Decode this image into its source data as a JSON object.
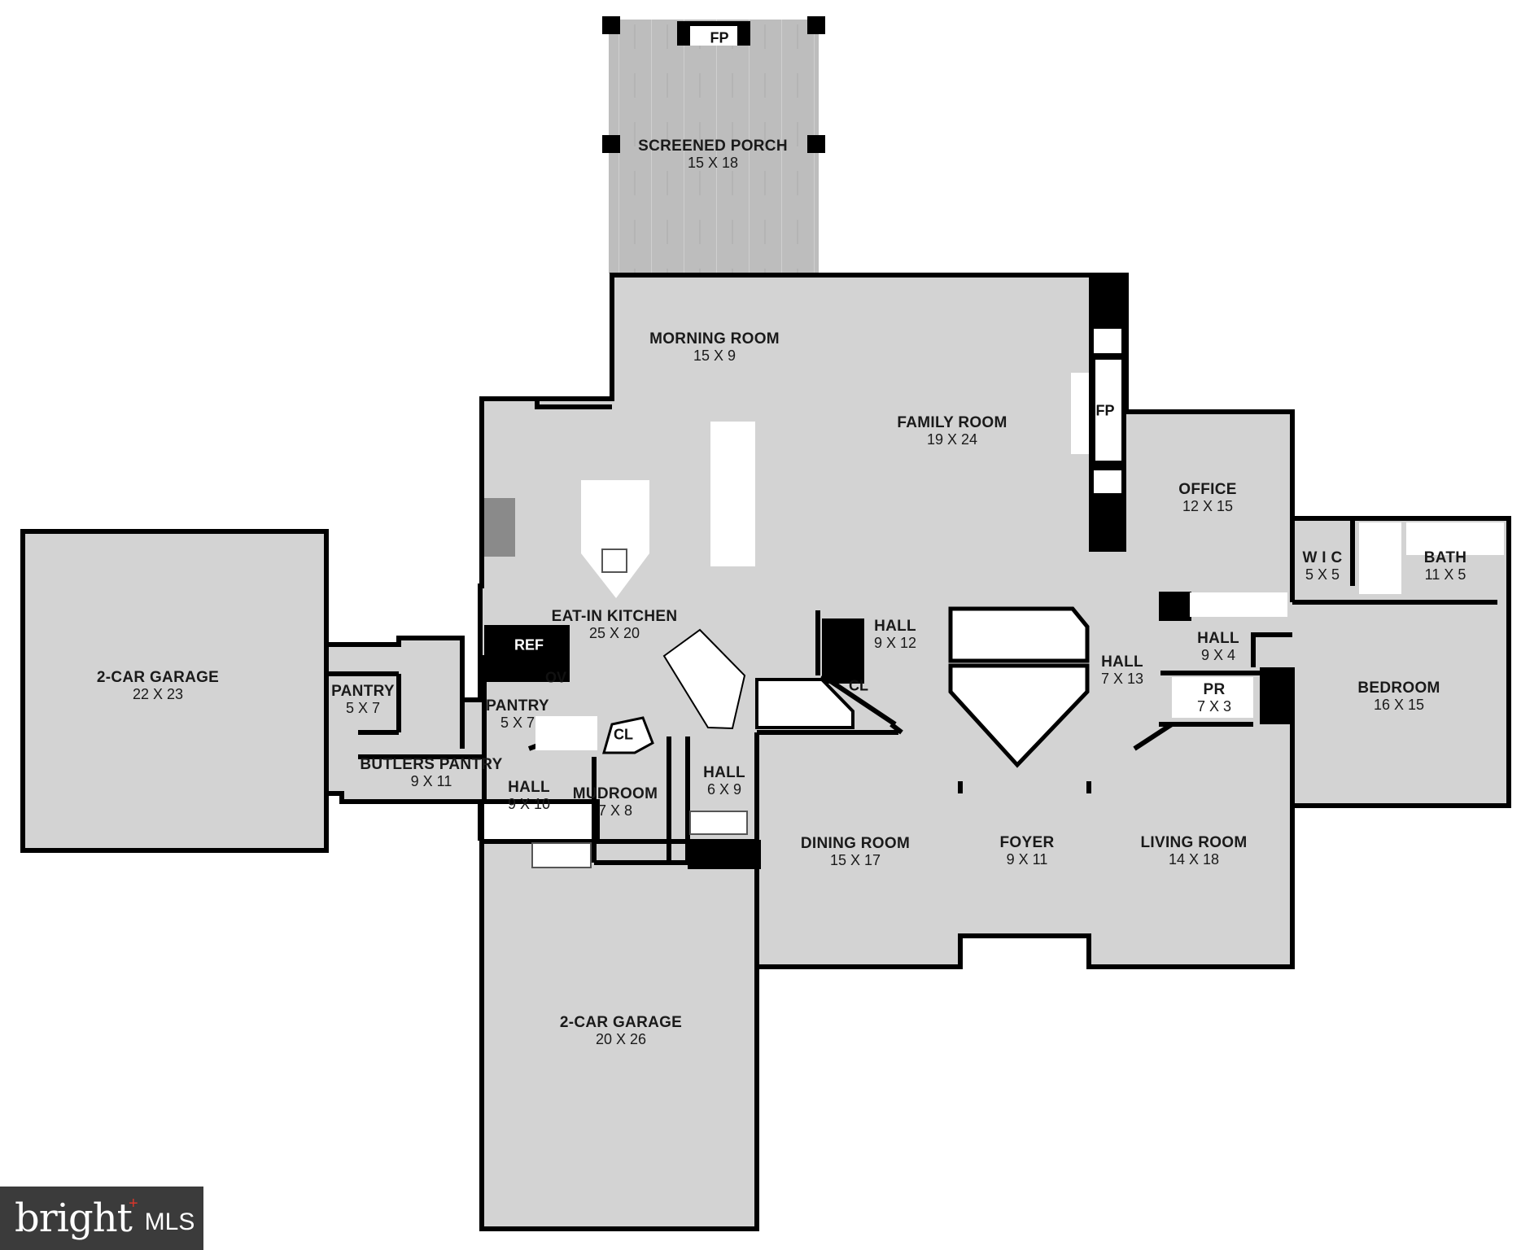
{
  "rooms": {
    "screened_porch": {
      "name": "SCREENED PORCH",
      "dims": "15 X 18"
    },
    "morning_room": {
      "name": "MORNING ROOM",
      "dims": "15 X 9"
    },
    "family_room": {
      "name": "FAMILY ROOM",
      "dims": "19 X 24"
    },
    "office": {
      "name": "OFFICE",
      "dims": "12 X 15"
    },
    "wic": {
      "name": "W I C",
      "dims": "5 X 5"
    },
    "bath": {
      "name": "BATH",
      "dims": "11 X 5"
    },
    "garage_left": {
      "name": "2-CAR GARAGE",
      "dims": "22 X 23"
    },
    "pantry_left": {
      "name": "PANTRY",
      "dims": "5 X 7"
    },
    "butlers_pantry": {
      "name": "BUTLERS PANTRY",
      "dims": "9 X 11"
    },
    "pantry_kitchen": {
      "name": "PANTRY",
      "dims": "5 X 7"
    },
    "eat_in_kitchen": {
      "name": "EAT-IN KITCHEN",
      "dims": "25 X 20"
    },
    "hall_9x12": {
      "name": "HALL",
      "dims": "9 X 12"
    },
    "hall_7x13": {
      "name": "HALL",
      "dims": "7 X 13"
    },
    "hall_9x4": {
      "name": "HALL",
      "dims": "9 X 4"
    },
    "bedroom": {
      "name": "BEDROOM",
      "dims": "16 X 15"
    },
    "pr": {
      "name": "PR",
      "dims": "7 X 3"
    },
    "hall_9x10": {
      "name": "HALL",
      "dims": "9 X 10"
    },
    "mudroom": {
      "name": "MUDROOM",
      "dims": "7 X 8"
    },
    "hall_6x9": {
      "name": "HALL",
      "dims": "6 X 9"
    },
    "dining_room": {
      "name": "DINING ROOM",
      "dims": "15 X 17"
    },
    "foyer": {
      "name": "FOYER",
      "dims": "9 X 11"
    },
    "living_room": {
      "name": "LIVING ROOM",
      "dims": "14 X 18"
    },
    "garage_bottom": {
      "name": "2-CAR GARAGE",
      "dims": "20 X 26"
    }
  },
  "fixtures": {
    "fp_porch": "FP",
    "fp_family": "FP",
    "ref": "REF",
    "ov": "OV",
    "cl_mudroom": "CL",
    "cl_hall": "CL"
  },
  "logo": {
    "brand": "bright",
    "suffix": "MLS"
  },
  "colors": {
    "floor": "#d3d3d3",
    "wall": "#000000",
    "porch": "#bdbdbd",
    "background": "#ffffff"
  }
}
